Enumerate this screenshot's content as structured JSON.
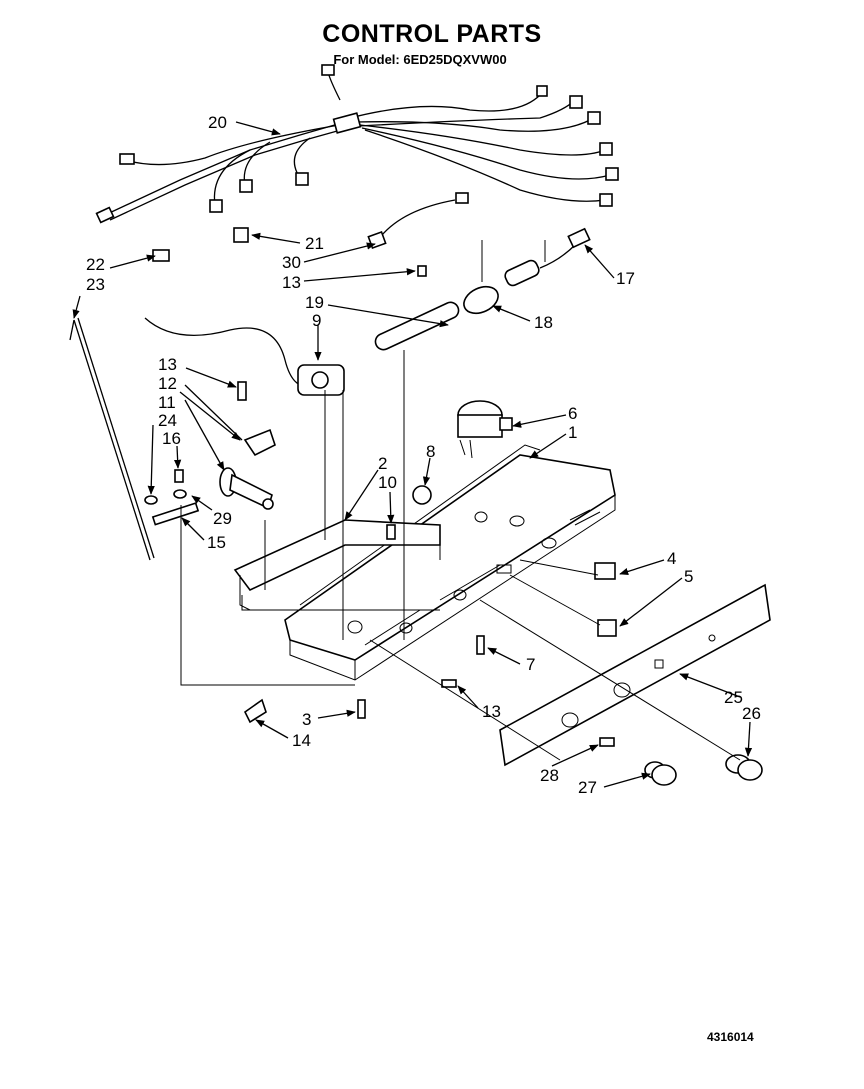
{
  "title": "CONTROL PARTS",
  "subtitle": "For Model: 6ED25DQXVW00",
  "doc_number": "4316014",
  "callouts": {
    "c1": "1",
    "c2": "2",
    "c3": "3",
    "c4": "4",
    "c5": "5",
    "c6": "6",
    "c7": "7",
    "c8": "8",
    "c9": "9",
    "c10": "10",
    "c11": "11",
    "c12": "12",
    "c13a": "13",
    "c13b": "13",
    "c13c": "13",
    "c14": "14",
    "c15": "15",
    "c16": "16",
    "c17": "17",
    "c18": "18",
    "c19": "19",
    "c20": "20",
    "c21": "21",
    "c22": "22",
    "c23": "23",
    "c24": "24",
    "c25": "25",
    "c26": "26",
    "c27": "27",
    "c28": "28",
    "c29": "29",
    "c30": "30"
  }
}
